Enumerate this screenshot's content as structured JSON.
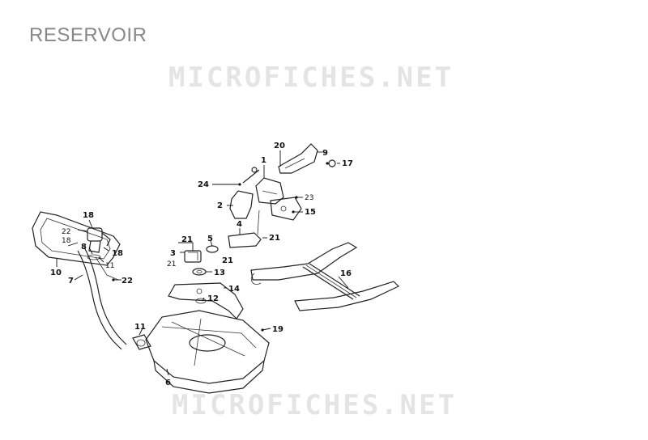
{
  "title": "RESERVOIR",
  "watermark": "MICROFICHES.NET",
  "callouts": [
    "1",
    "2",
    "3",
    "4",
    "5",
    "6",
    "7",
    "8",
    "9",
    "10",
    "11",
    "11",
    "12",
    "13",
    "14",
    "15",
    "16",
    "17",
    "18",
    "18",
    "18",
    "19",
    "20",
    "21",
    "21",
    "21",
    "21",
    "22",
    "22",
    "23",
    "24"
  ]
}
